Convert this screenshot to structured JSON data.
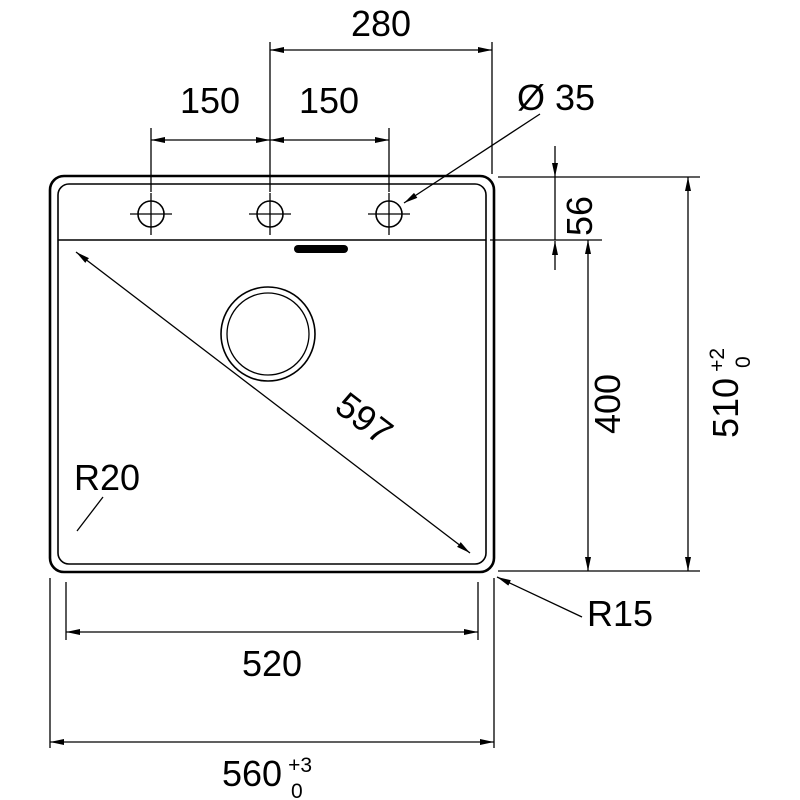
{
  "page": {
    "background": "#ffffff",
    "line_color": "#000000",
    "drawing_type": "sink-installation-dimensions"
  },
  "labels": {
    "top_width": "280",
    "spacing_left": "150",
    "spacing_right": "150",
    "hole_diameter": "Ø 35",
    "deck_height": "56",
    "bowl_depth": "400",
    "overall_height": "510",
    "overall_height_tol_upper": "+2",
    "overall_height_tol_lower": "0",
    "diagonal": "597",
    "bowl_corner_radius": "R20",
    "outer_corner_radius": "R15",
    "bowl_width": "520",
    "overall_width": "560",
    "overall_width_tol_upper": "+3",
    "overall_width_tol_lower": "0"
  }
}
